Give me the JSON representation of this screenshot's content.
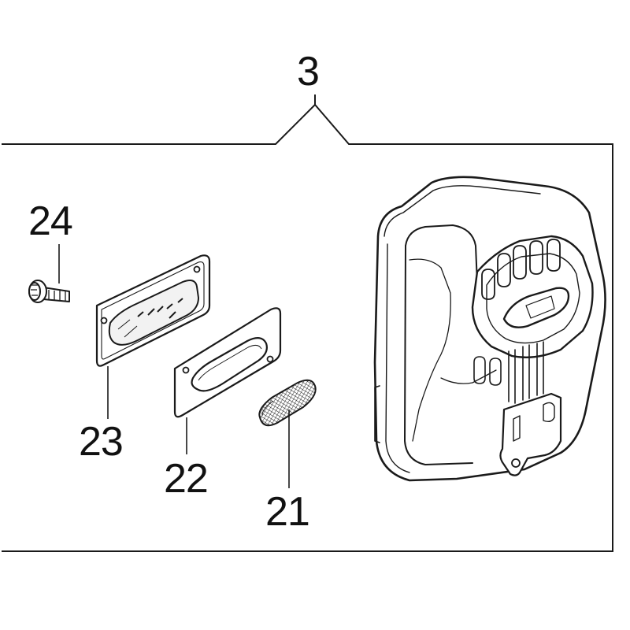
{
  "assembly": {
    "number": "3"
  },
  "parts": [
    {
      "number": "24",
      "part": "screw"
    },
    {
      "number": "23",
      "part": "cover-plate"
    },
    {
      "number": "22",
      "part": "gasket"
    },
    {
      "number": "21",
      "part": "spark-screen"
    }
  ],
  "colors": {
    "line": "#1a1a1a",
    "background": "#ffffff",
    "shade": "#f2f2f2"
  }
}
